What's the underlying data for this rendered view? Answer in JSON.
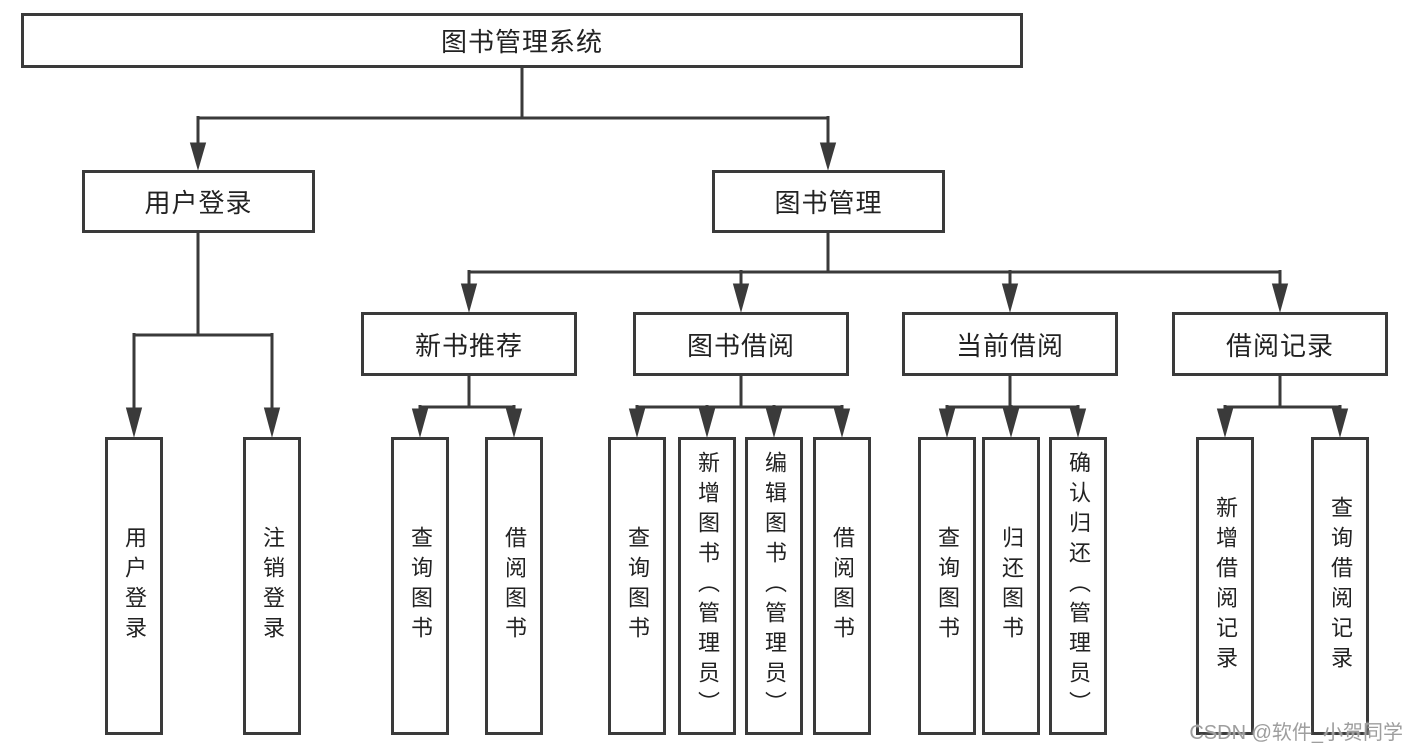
{
  "tree": {
    "root": {
      "label": "图书管理系统"
    },
    "branches": [
      {
        "label": "用户登录",
        "children": [
          {
            "label": "用户登录"
          },
          {
            "label": "注销登录"
          }
        ]
      },
      {
        "label": "图书管理",
        "groups": [
          {
            "label": "新书推荐",
            "children": [
              {
                "label": "查询图书"
              },
              {
                "label": "借阅图书"
              }
            ]
          },
          {
            "label": "图书借阅",
            "children": [
              {
                "label": "查询图书"
              },
              {
                "label": "新增图书（管理员）"
              },
              {
                "label": "编辑图书（管理员）"
              },
              {
                "label": "借阅图书"
              }
            ]
          },
          {
            "label": "当前借阅",
            "children": [
              {
                "label": "查询图书"
              },
              {
                "label": "归还图书"
              },
              {
                "label": "确认归还（管理员）"
              }
            ]
          },
          {
            "label": "借阅记录",
            "children": [
              {
                "label": "新增借阅记录"
              },
              {
                "label": "查询借阅记录"
              }
            ]
          }
        ]
      }
    ]
  },
  "watermark": {
    "text": "CSDN @软件_小贺同学",
    "color": "#9e9e9e"
  },
  "colors": {
    "line": "#3a3a3a",
    "text": "#222222",
    "background": "#ffffff"
  }
}
